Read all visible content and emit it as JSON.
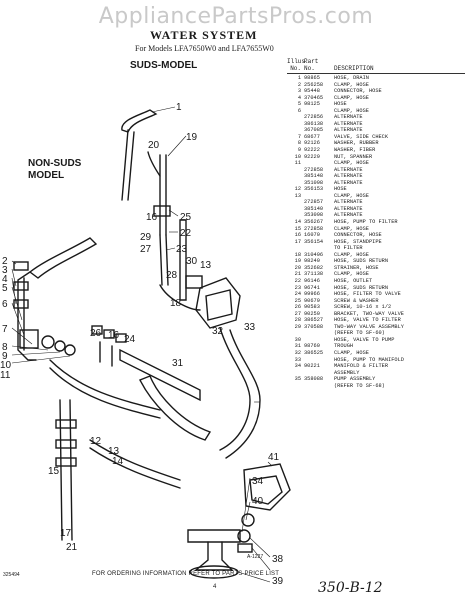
{
  "watermark": "AppliancePartsPros.com",
  "title": "WATER SYSTEM",
  "models": "For Models LFA7650W0 and LFA7655W0",
  "suds_label": "SUDS-MODEL",
  "nonsuds_label": "NON-SUDS MODEL",
  "table": {
    "header_illus": "Illus.",
    "header_no": "No.",
    "header_part": "Part",
    "header_part_no": "No.",
    "header_desc": "DESCRIPTION",
    "rows": [
      [
        "1",
        "98865",
        "HOSE, DRAIN"
      ],
      [
        "2",
        "256258",
        "CLAMP, HOSE"
      ],
      [
        "3",
        "95448",
        "CONNECTOR, HOSE"
      ],
      [
        "4",
        "370465",
        "CLAMP, HOSE"
      ],
      [
        "5",
        "98125",
        "HOSE"
      ],
      [
        "6",
        "",
        "CLAMP, HOSE"
      ],
      [
        "",
        "272856",
        "ALTERNATE"
      ],
      [
        "",
        "386138",
        "ALTERNATE"
      ],
      [
        "",
        "367085",
        "ALTERNATE"
      ],
      [
        "7",
        "68677",
        "VALVE, SIDE CHECK"
      ],
      [
        "8",
        "92126",
        "WASHER, RUBBER"
      ],
      [
        "9",
        "92222",
        "WASHER, FIBER"
      ],
      [
        "10",
        "92229",
        "NUT, SPANNER"
      ],
      [
        "11",
        "",
        "CLAMP, HOSE"
      ],
      [
        "",
        "272858",
        "ALTERNATE"
      ],
      [
        "",
        "385148",
        "ALTERNATE"
      ],
      [
        "",
        "351098",
        "ALTERNATE"
      ],
      [
        "12",
        "356153",
        "HOSE"
      ],
      [
        "13",
        "",
        "CLAMP, HOSE"
      ],
      [
        "",
        "272857",
        "ALTERNATE"
      ],
      [
        "",
        "385140",
        "ALTERNATE"
      ],
      [
        "",
        "353098",
        "ALTERNATE"
      ],
      [
        "14",
        "356267",
        "HOSE, PUMP TO FILTER"
      ],
      [
        "15",
        "272858",
        "CLAMP, HOSE"
      ],
      [
        "16",
        "16070",
        "CONNECTOR, HOSE"
      ],
      [
        "17",
        "356154",
        "HOSE, STANDPIPE"
      ],
      [
        "",
        "",
        "TO FILTER"
      ],
      [
        "18",
        "310496",
        "CLAMP, HOSE"
      ],
      [
        "19",
        "98240",
        "HOSE, SUDS RETURN"
      ],
      [
        "20",
        "352682",
        "STRAINER, HOSE"
      ],
      [
        "21",
        "371138",
        "CLAMP, HOSE"
      ],
      [
        "22",
        "96146",
        "HOSE, OUTLET"
      ],
      [
        "23",
        "96741",
        "HOSE, SUDS RETURN"
      ],
      [
        "24",
        "99966",
        "HOSE, FILTER TO VALVE"
      ],
      [
        "25",
        "90679",
        "SCREW & WASHER"
      ],
      [
        "26",
        "90583",
        "SCREW, 10-16 x 1/2"
      ],
      [
        "27",
        "90250",
        "BRACKET, TWO-WAY VALVE"
      ],
      [
        "28",
        "386527",
        "HOSE, VALVE TO FILTER"
      ],
      [
        "29",
        "370588",
        "TWO-WAY VALVE ASSEMBLY"
      ],
      [
        "",
        "",
        "(REFER TO SF-60)"
      ],
      [
        "30",
        "",
        "HOSE, VALVE TO PUMP"
      ],
      [
        "31",
        "98760",
        "TROUGH"
      ],
      [
        "32",
        "386525",
        "CLAMP, HOSE"
      ],
      [
        "33",
        "",
        "HOSE, PUMP TO MANIFOLD"
      ],
      [
        "34",
        "90221",
        "MANIFOLD & FILTER"
      ],
      [
        "",
        "",
        "ASSEMBLY"
      ],
      [
        "35",
        "358088",
        "PUMP ASSEMBLY"
      ],
      [
        "",
        "",
        "(REFER TO SF-68)"
      ]
    ]
  },
  "callouts": {
    "c1": "1",
    "c19": "19",
    "c20": "20",
    "c16a": "16",
    "c25": "25",
    "c22": "22",
    "c23": "23",
    "c2": "2",
    "c3": "3",
    "c4": "4",
    "c5": "5",
    "c6": "6",
    "c7": "7",
    "c8": "8",
    "c9": "9",
    "c10": "10",
    "c11": "11",
    "c29": "29",
    "c27": "27",
    "c30": "30",
    "c13a": "13",
    "c28": "28",
    "c18": "18",
    "c32": "32",
    "c33": "33",
    "c26": "26",
    "c16b": "16",
    "c24": "24",
    "c31": "31",
    "c12": "12",
    "c13b": "13",
    "c14": "14",
    "c15": "15",
    "c17": "17",
    "c21": "21",
    "c41": "41",
    "c34": "34",
    "c40": "40",
    "c38": "38",
    "c39": "39"
  },
  "drawing_no": "A-1227",
  "footer": "FOR ORDERING INFORMATION REFER TO PARTS PRICE LIST",
  "page_number": "4",
  "handwritten": "350-B-12",
  "corner_code": "325494"
}
